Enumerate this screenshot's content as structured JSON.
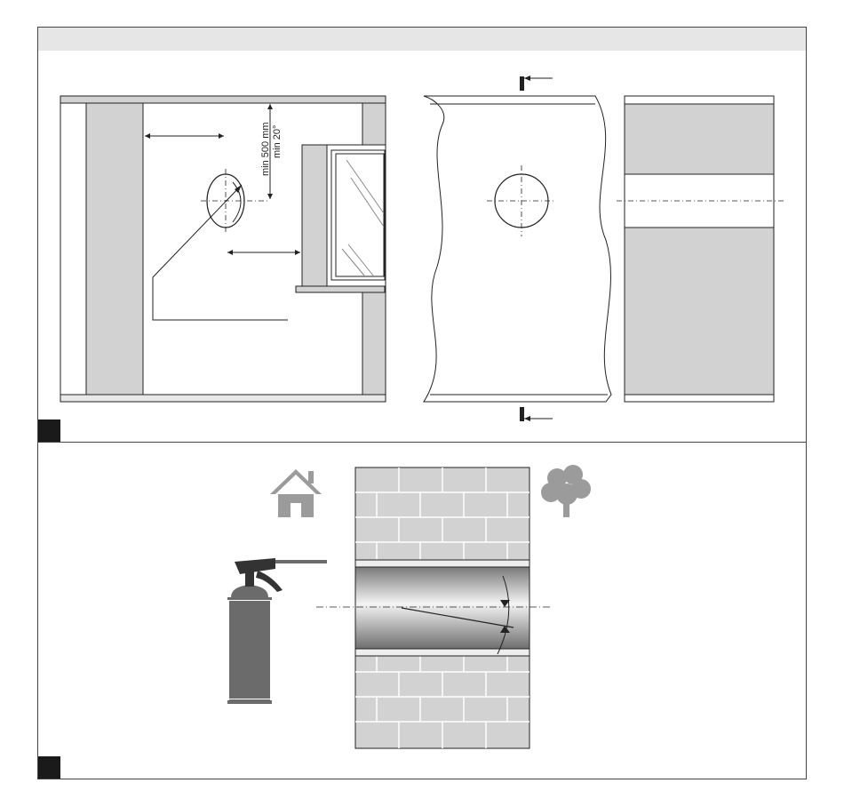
{
  "figure": {
    "panel_top": {
      "name": "wall-opening-positioning",
      "dimension_labels": {
        "min_distance": "min 500 mm",
        "min_angle": "min 20°"
      },
      "section_marker": "I"
    },
    "panel_bottom": {
      "name": "pipe-installation-slope",
      "icons": [
        "house-icon",
        "tree-icon",
        "spray-foam-can-icon"
      ]
    },
    "colors": {
      "wall_grey": "#d2d2d2",
      "icon_grey": "#9b9b9b",
      "can_grey": "#6b6b6b",
      "line": "#222222"
    }
  }
}
